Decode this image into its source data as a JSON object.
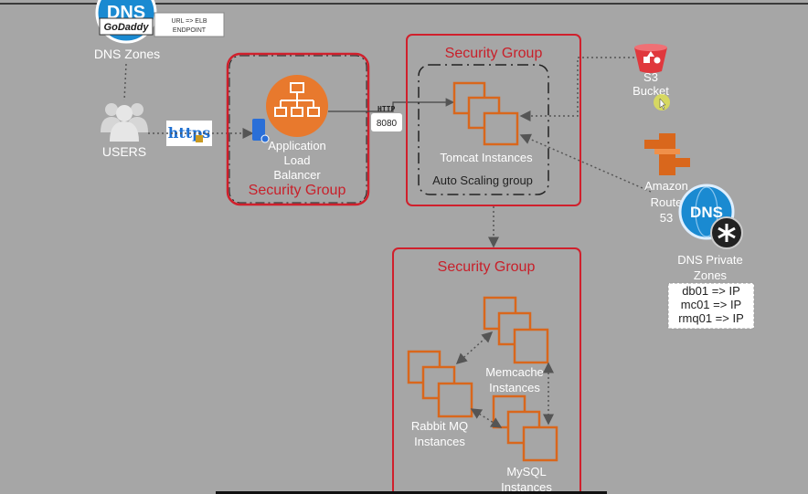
{
  "dns_zones": {
    "label": "DNS Zones",
    "icon_text": "DNS",
    "brand": "GoDaddy",
    "note_line1": "URL => ELB",
    "note_line2": "ENDPOINT"
  },
  "users": {
    "label": "USERS",
    "https_badge": "https"
  },
  "alb": {
    "label_line1": "Application",
    "label_line2": "Load",
    "label_line3": "Balancer",
    "sg_label": "Security Group"
  },
  "http_connector": {
    "protocol": "HTTP",
    "port": "8080"
  },
  "app_sg": {
    "title": "Security Group",
    "tomcat_label": "Tomcat Instances",
    "asg_label": "Auto Scaling group"
  },
  "s3": {
    "label_line1": "S3",
    "label_line2": "Bucket"
  },
  "route53": {
    "label_line1": "Amazon",
    "label_line2": "Route",
    "label_line3": "53"
  },
  "private_dns": {
    "icon_text": "DNS",
    "label_line1": "DNS Private",
    "label_line2": "Zones",
    "records": [
      "db01 => IP",
      "mc01 => IP",
      "rmq01 => IP"
    ]
  },
  "backend_sg": {
    "title": "Security Group",
    "memcache_line1": "Memcache",
    "memcache_line2": "Instances",
    "rabbit_line1": "Rabbit MQ",
    "rabbit_line2": "Instances",
    "mysql_line1": "MySQL",
    "mysql_line2": "Instances"
  },
  "colors": {
    "background": "#a6a6a6",
    "security_group_red": "#d0202c",
    "instance_orange": "#d9671c",
    "alb_orange": "#e8792d",
    "s3_red": "#e0383d",
    "dns_blue": "#1a8ad1"
  }
}
